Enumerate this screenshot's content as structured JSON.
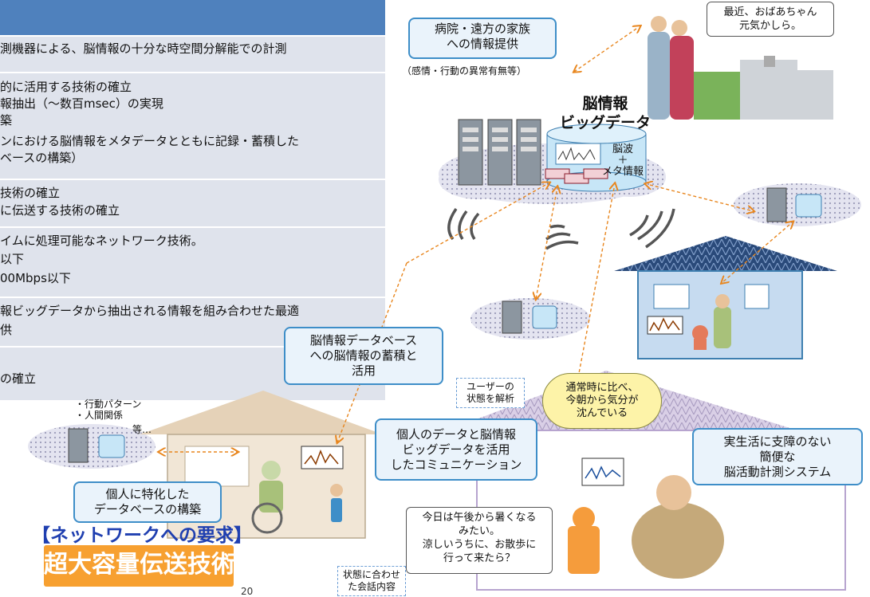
{
  "left_panel": {
    "rows": [
      {
        "lines": [
          "測機器による、脳情報の十分な時空間分解能での計測"
        ]
      },
      {
        "lines": [
          "的に活用する技術の確立",
          "報抽出（～数百msec）の実現",
          "築",
          "ンにおける脳情報をメタデータとともに記録・蓄積した",
          "ベースの構築）"
        ]
      },
      {
        "lines": [
          "技術の確立",
          "に伝送する技術の確立"
        ]
      },
      {
        "lines": [
          "イムに処理可能なネットワーク技術。",
          "以下",
          "00Mbps以下"
        ]
      },
      {
        "lines": [
          "報ビッグデータから抽出される情報を組み合わせた最適",
          "供"
        ]
      },
      {
        "lines": [
          "",
          "の確立"
        ]
      }
    ]
  },
  "callouts": {
    "hospital": "病院・遠方の家族\nへの情報提供",
    "hospital_sub": "（感情・行動の異常有無等）",
    "brain_db": "脳情報データベース\nへの脳情報の蓄積と\n活用",
    "personal_comm": "個人のデータと脳情報\nビッグデータを活用\nしたコミュニケーション",
    "personal_db": "個人に特化した\nデータベースの構築",
    "measure_system": "実生活に支障のない\n簡便な\n脳活動計測システム"
  },
  "big_data": {
    "title": "脳情報\nビッグデータ",
    "label": "脳波\n＋\nメタ情報"
  },
  "bubbles": {
    "grandma": "最近、おばあちゃん\n元気かしら。",
    "mood": "通常時に比べ、\n今朝から気分が\n沈んでいる",
    "robot_talk": "今日は午後から暑くなる\nみたい。\n涼しいうちに、お散歩に\n行って来たら？"
  },
  "dashed_labels": {
    "analyze": "ユーザーの\n状態を解析",
    "conversation": "状態に合わせ\nた会話内容"
  },
  "side_list": {
    "items": [
      "・行動パターン",
      "・人間関係"
    ],
    "etc": "等…"
  },
  "network_req": "【ネットワークへの要求】",
  "tech_label": "超大容量伝送技術",
  "page_number": "20",
  "colors": {
    "header": "#4f81bd",
    "callout_border": "#3e8ec8",
    "accent_orange": "#f7a030",
    "dash_arrow": "#e8861e"
  }
}
